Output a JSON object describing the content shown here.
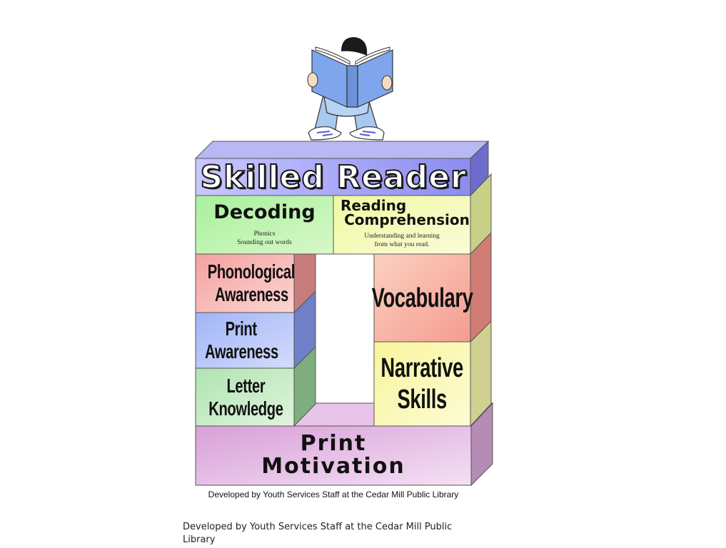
{
  "title": "Skilled Reader",
  "decoding": {
    "heading": "Decoding",
    "sub_line1": "Phonics",
    "sub_line2": "Sounding out words"
  },
  "comprehension": {
    "heading_line1": "Reading",
    "heading_line2": "Comprehension",
    "sub_line1": "Understanding and learning",
    "sub_line2": "from what you read."
  },
  "left_blocks": [
    {
      "line1": "Phonological",
      "line2": "Awareness"
    },
    {
      "line1": "Print",
      "line2": "Awareness"
    },
    {
      "line1": "Letter",
      "line2": "Knowledge"
    }
  ],
  "right_blocks": [
    {
      "line1": "Vocabulary"
    },
    {
      "line1": "Narrative",
      "line2": "Skills"
    }
  ],
  "base": {
    "line1": "Print",
    "line2": "Motivation"
  },
  "caption_inner": "Developed by Youth Services Staff at the Cedar Mill Public Library",
  "caption_outer": "Developed by Youth Services Staff at the Cedar Mill Public Library",
  "colors": {
    "title_block": "#a8a8f0",
    "decoding_block": "#b8f0a8",
    "comprehension_block": "#f0f8b0",
    "phonological_block": "#f4a8a8",
    "print_awareness_block": "#a8b8f0",
    "letter_block": "#b8e8b8",
    "vocabulary_block": "#f8b0a0",
    "narrative_block": "#f8f8a8",
    "base_block": "#e0b0e0"
  }
}
